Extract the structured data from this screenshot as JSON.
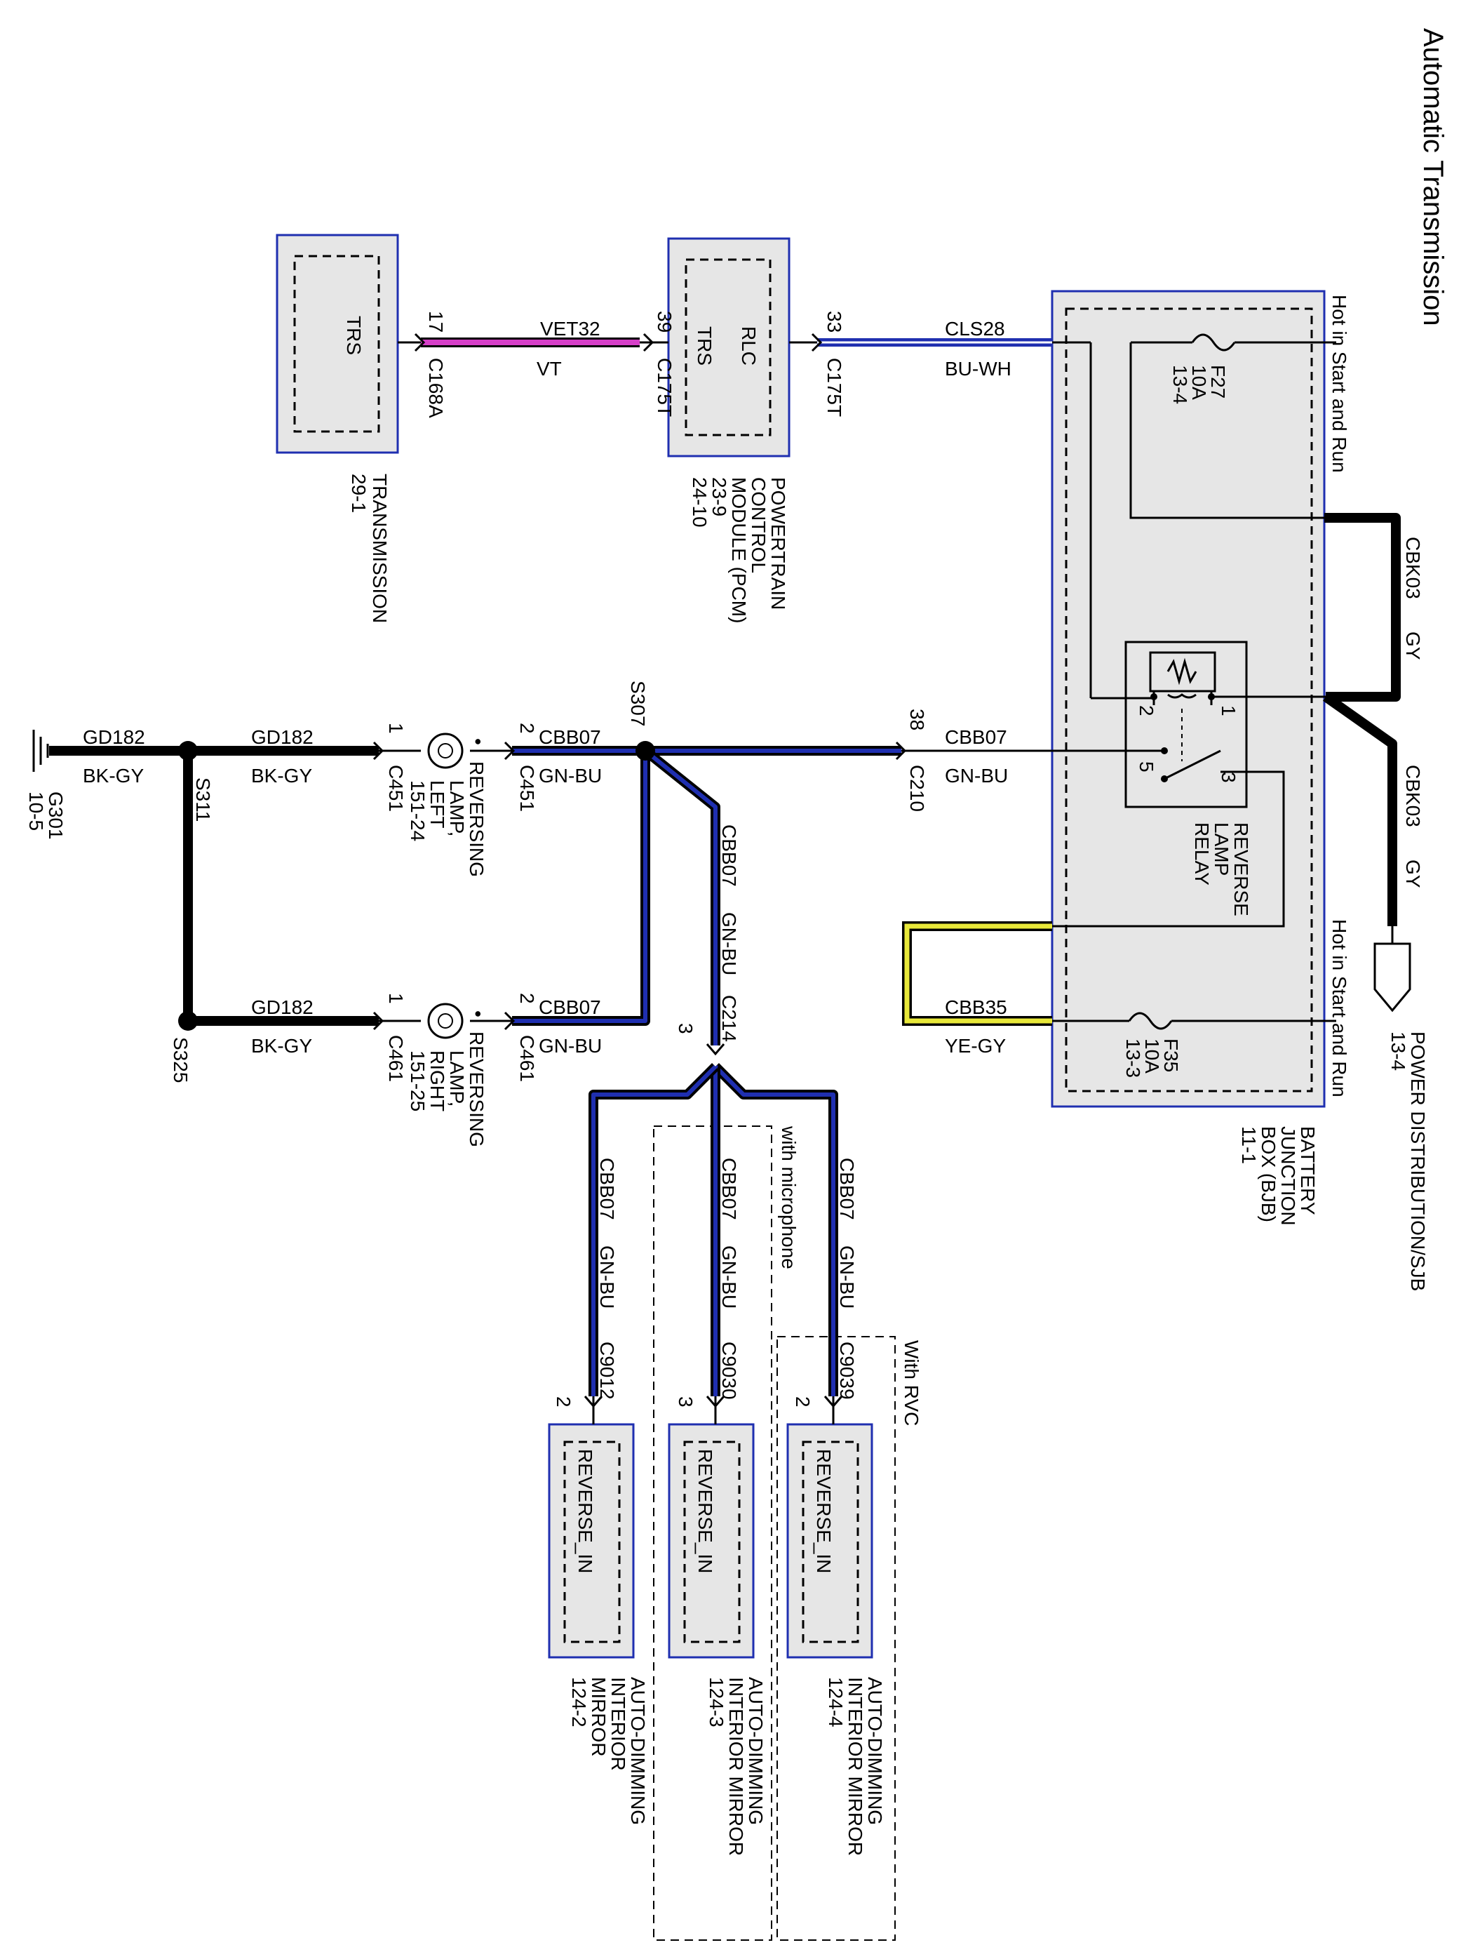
{
  "title": "Automatic Transmission",
  "colors": {
    "component_fill": "#e6e6e6",
    "component_border": "#1f2fb0",
    "wire_gn_bu_core": "#1f2fb0",
    "wire_vt": "#d63fc8",
    "wire_ye": "#e8e83a",
    "wire_bk": "#000000"
  },
  "hot_labels": {
    "top": "Hot in Start and Run",
    "bottom": "Hot in Start and Run"
  },
  "components": {
    "transmission": {
      "pin_label": "TRS",
      "name": "TRANSMISSION",
      "ref": "29-1"
    },
    "pcm": {
      "pin_label_1": "RLC",
      "pin_label_2": "TRS",
      "name_1": "POWERTRAIN",
      "name_2": "CONTROL",
      "name_3": "MODULE (PCM)",
      "ref_1": "23-9",
      "ref_2": "24-10"
    },
    "bjb": {
      "name_1": "BATTERY",
      "name_2": "JUNCTION",
      "name_3": "BOX (BJB)",
      "ref": "11-1"
    },
    "power_dist": {
      "name": "POWER DISTRIBUTION/SJB",
      "ref": "13-4"
    },
    "fuse_f27": {
      "name": "F27",
      "rating": "10A",
      "ref": "13-4"
    },
    "fuse_f35": {
      "name": "F35",
      "rating": "10A",
      "ref": "13-3"
    },
    "relay": {
      "name_1": "REVERSE",
      "name_2": "LAMP",
      "name_3": "RELAY",
      "pin1": "1",
      "pin2": "2",
      "pin3": "3",
      "pin5": "5"
    },
    "lamp_left": {
      "name_1": "REVERSING",
      "name_2": "LAMP,",
      "name_3": "LEFT",
      "ref": "151-24"
    },
    "lamp_right": {
      "name_1": "REVERSING",
      "name_2": "LAMP,",
      "name_3": "RIGHT",
      "ref": "151-25"
    },
    "ground": {
      "name": "G301",
      "ref": "10-5"
    },
    "mirror_rvc": {
      "pin_label": "REVERSE_IN",
      "name_1": "AUTO-DIMMING",
      "name_2": "INTERIOR MIRROR",
      "ref": "124-4"
    },
    "mirror_mic": {
      "pin_label": "REVERSE_IN",
      "name_1": "AUTO-DIMMING",
      "name_2": "INTERIOR MIRROR",
      "ref": "124-3"
    },
    "mirror_base": {
      "pin_label": "REVERSE_IN",
      "name_1": "AUTO-DIMMING",
      "name_2": "INTERIOR",
      "name_3": "MIRROR",
      "ref": "124-2"
    }
  },
  "options": {
    "rvc": "With RVC",
    "mic": "with microphone"
  },
  "wires": {
    "vet32": {
      "circuit": "VET32",
      "color": "VT"
    },
    "cls28": {
      "circuit": "CLS28",
      "color": "BU-WH"
    },
    "cbk03_top": {
      "circuit": "CBK03",
      "color": "GY"
    },
    "cbk03_bot": {
      "circuit": "CBK03",
      "color": "GY"
    },
    "cbb07_main": {
      "circuit": "CBB07",
      "color": "GN-BU"
    },
    "cbb07_left": {
      "circuit": "CBB07",
      "color": "GN-BU"
    },
    "cbb07_right": {
      "circuit": "CBB07",
      "color": "GN-BU"
    },
    "cbb07_branch": {
      "circuit": "CBB07",
      "color": "GN-BU"
    },
    "cbb07_m1": {
      "circuit": "CBB07",
      "color": "GN-BU"
    },
    "cbb07_m2": {
      "circuit": "CBB07",
      "color": "GN-BU"
    },
    "cbb07_m3": {
      "circuit": "CBB07",
      "color": "GN-BU"
    },
    "cbb35": {
      "circuit": "CBB35",
      "color": "YE-GY"
    },
    "gd182_a": {
      "circuit": "GD182",
      "color": "BK-GY"
    },
    "gd182_b": {
      "circuit": "GD182",
      "color": "BK-GY"
    },
    "gd182_c": {
      "circuit": "GD182",
      "color": "BK-GY"
    }
  },
  "connectors": {
    "c168a": {
      "name": "C168A",
      "pin": "17"
    },
    "c175t_a": {
      "name": "C175T",
      "pin": "39"
    },
    "c175t_b": {
      "name": "C175T",
      "pin": "33"
    },
    "c210": {
      "name": "C210",
      "pin": "38"
    },
    "c451_a": {
      "name": "C451",
      "pin": "2"
    },
    "c451_b": {
      "name": "C451",
      "pin": "1"
    },
    "c461_a": {
      "name": "C461",
      "pin": "2"
    },
    "c461_b": {
      "name": "C461",
      "pin": "1"
    },
    "c214": {
      "name": "C214",
      "pin": "3"
    },
    "c9039": {
      "name": "C9039",
      "pin": "2"
    },
    "c9030": {
      "name": "C9030",
      "pin": "3"
    },
    "c9012": {
      "name": "C9012",
      "pin": "2"
    }
  },
  "splices": {
    "s307": "S307",
    "s311": "S311",
    "s325": "S325"
  }
}
